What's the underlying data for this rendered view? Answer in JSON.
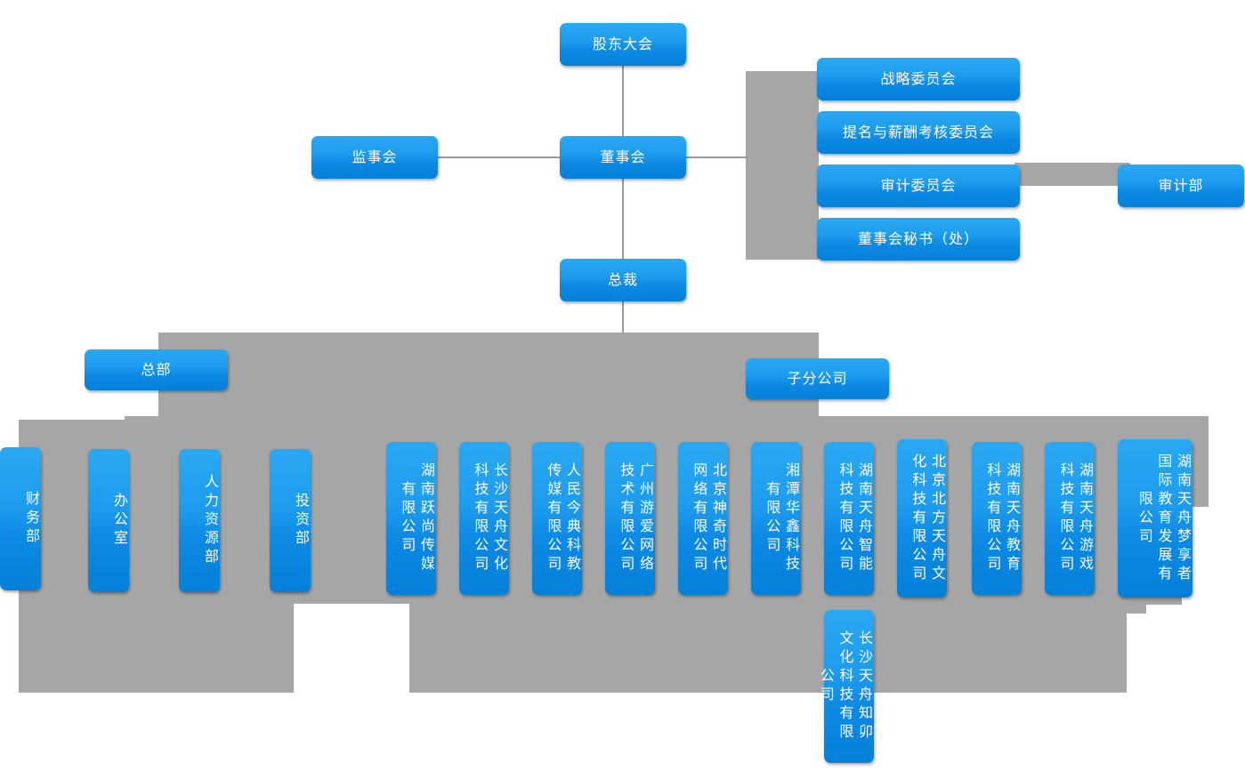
{
  "colors": {
    "box_top": "#29a8f2",
    "box_bottom": "#0380d8",
    "scaffold_gray": "#a6a6a6",
    "connector_gray": "#9a9a9a",
    "text": "#ffffff"
  },
  "governance": {
    "shareholders_meeting": "股东大会",
    "board_of_directors": "董事会",
    "board_of_supervisors": "监事会",
    "president": "总裁",
    "committees": [
      "战略委员会",
      "提名与薪酬考核委员会",
      "审计委员会",
      "董事会秘书（处）"
    ],
    "audit_department": "审计部"
  },
  "groups": {
    "headquarters": "总部",
    "subsidiaries": "子分公司"
  },
  "hq_departments": [
    "财务部",
    "办公室",
    "人力资源部",
    "投资部"
  ],
  "subsidiary_companies": [
    "湖南跃尚传媒有限公司",
    "长沙天舟文化科技有限公司",
    "人民今典科教传媒有限公司",
    "广州游爱网络技术有限公司",
    "北京神奇时代网络有限公司",
    "湘潭华鑫科技有限公司",
    "湖南天舟智能科技有限公司",
    "北京北方天舟文化科技有限公司",
    "湖南天舟教育科技有限公司",
    "湖南天舟游戏科技有限公司",
    "湖南天舟梦享者国际教育发展有限公司"
  ],
  "subsidiary_second_row": [
    "长沙天舟知卯文化科技有限公司"
  ]
}
